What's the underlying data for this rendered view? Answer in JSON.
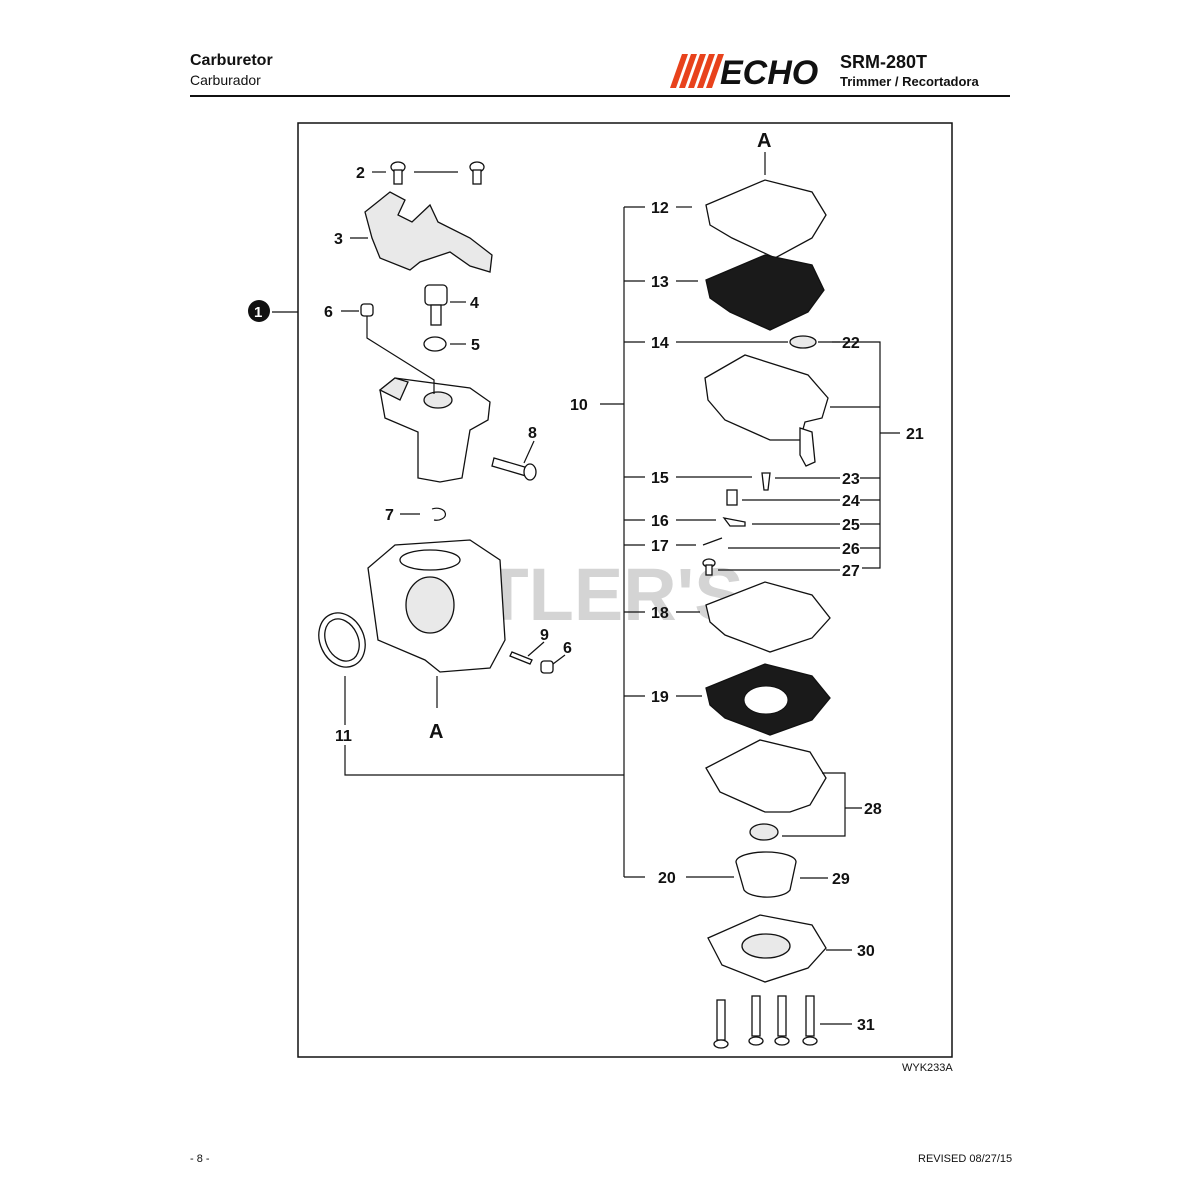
{
  "header": {
    "title": "Carburetor",
    "subtitle": "Carburador",
    "brand": "ECHO",
    "model": "SRM-280T",
    "description": "Trimmer / Recortadora"
  },
  "diagram": {
    "watermark": "UTLER'S",
    "marker_a": "A",
    "assembly_badge": "1",
    "callouts": {
      "p2": "2",
      "p3": "3",
      "p4": "4",
      "p5": "5",
      "p6a": "6",
      "p6b": "6",
      "p7": "7",
      "p8": "8",
      "p9": "9",
      "p10": "10",
      "p11": "11",
      "p12": "12",
      "p13": "13",
      "p14": "14",
      "p15": "15",
      "p16": "16",
      "p17": "17",
      "p18": "18",
      "p19": "19",
      "p20": "20",
      "p21": "21",
      "p22": "22",
      "p23": "23",
      "p24": "24",
      "p25": "25",
      "p26": "26",
      "p27": "27",
      "p28": "28",
      "p29": "29",
      "p30": "30",
      "p31": "31"
    },
    "ref_code": "WYK233A"
  },
  "footer": {
    "page": "- 8 -",
    "revised": "REVISED 08/27/15"
  },
  "colors": {
    "brand_red": "#e8421c",
    "ink": "#111111",
    "watermark": "#d4d4d4"
  }
}
